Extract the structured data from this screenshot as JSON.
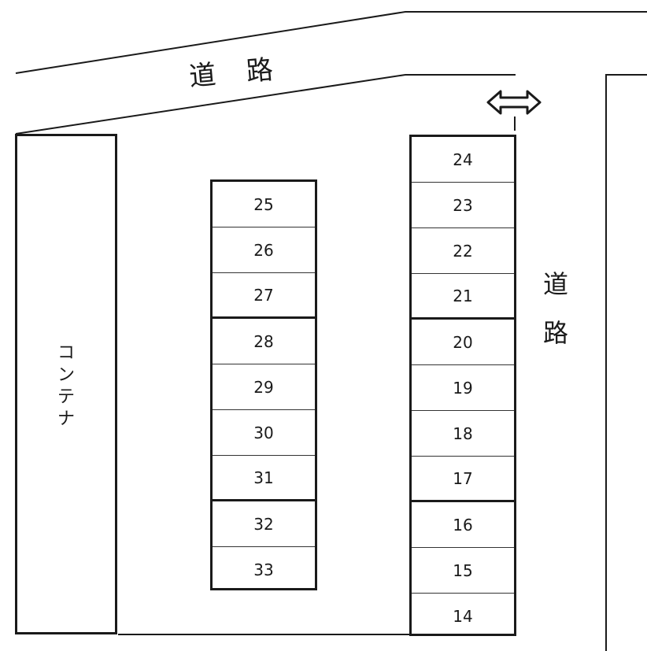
{
  "roads": {
    "top_label": "道 路",
    "right_label_chars": [
      "道",
      "路"
    ]
  },
  "container": {
    "label_chars": [
      "コ",
      "ン",
      "テ",
      "ナ"
    ]
  },
  "left_column": {
    "slots": [
      "25",
      "26",
      "27",
      "28",
      "29",
      "30",
      "31",
      "32",
      "33"
    ]
  },
  "right_column": {
    "slots": [
      "24",
      "23",
      "22",
      "21",
      "20",
      "19",
      "18",
      "17",
      "16",
      "15",
      "14"
    ]
  },
  "entrance_arrow": {
    "icon": "double-arrow-icon"
  }
}
